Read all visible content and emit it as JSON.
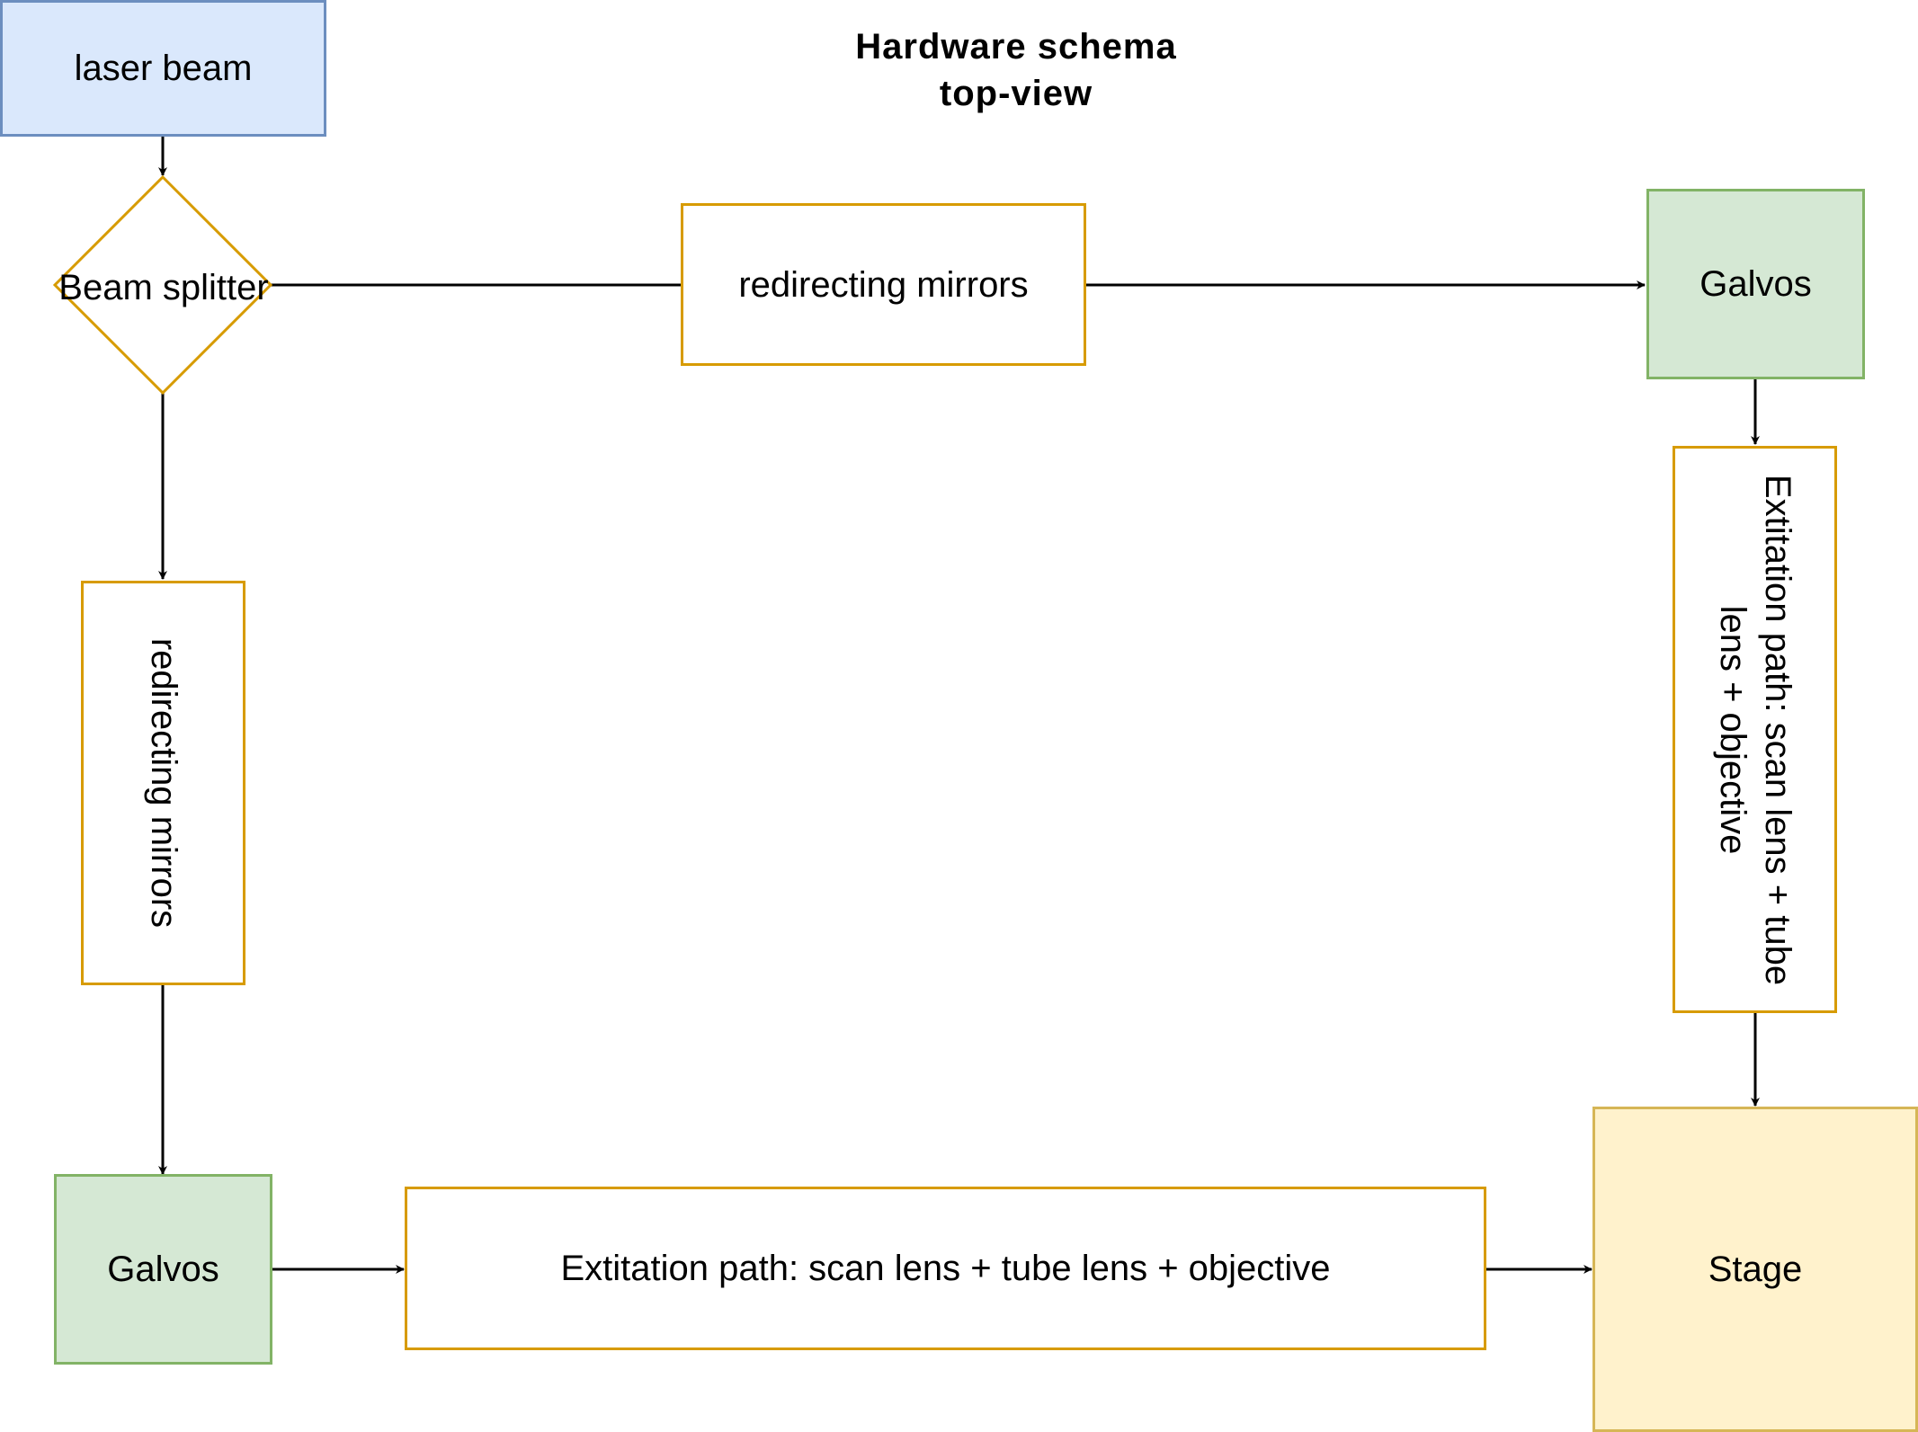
{
  "title": {
    "line1": "Hardware schema",
    "line2": "top-view"
  },
  "nodes": {
    "laser_beam": "laser beam",
    "beam_splitter": "Beam splitter",
    "mirrors_top": "redirecting mirrors",
    "galvos_top": "Galvos",
    "excitation_right": "Extitation path: scan lens + tube lens + objective",
    "mirrors_left": "redirecting mirrors",
    "galvos_bottom": "Galvos",
    "excitation_bottom": "Extitation path: scan lens + tube lens + objective",
    "stage": "Stage"
  },
  "colors": {
    "laser_fill": "#dae8fc",
    "laser_stroke": "#6c8ebf",
    "galvos_fill": "#d5e8d4",
    "galvos_stroke": "#82b366",
    "optics_stroke": "#d79b00",
    "stage_fill": "#fff2cc",
    "stage_stroke": "#d6b656",
    "connector": "#000000"
  }
}
